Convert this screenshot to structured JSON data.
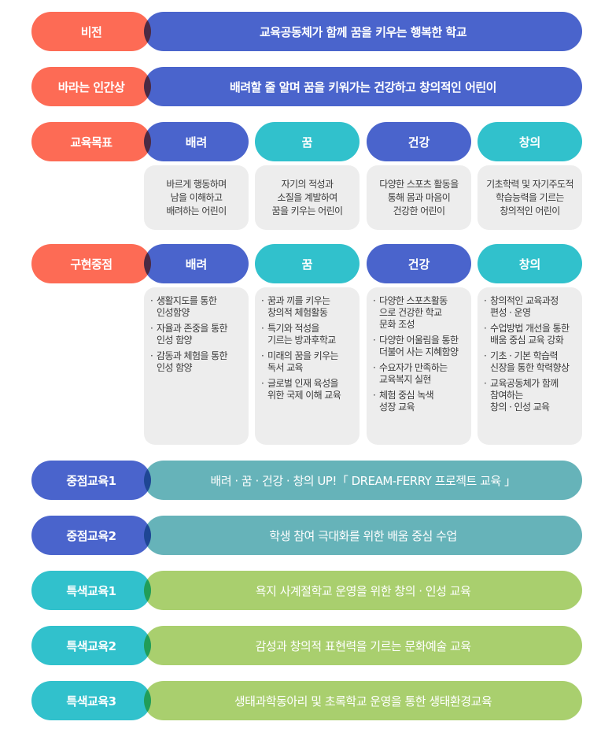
{
  "colors": {
    "orange": "#fd6b55",
    "blue": "#4a64cc",
    "teal": "#31c1cc",
    "sea": "#66b3b9",
    "green": "#a9cf6e",
    "box_gray": "#ededed"
  },
  "vision": {
    "label": "비전",
    "text": "교육공동체가 함께 꿈을 키우는 행복한 학교"
  },
  "ideal_person": {
    "label": "바라는 인간상",
    "text": "배려할 줄 알며 꿈을 키워가는 건강하고 창의적인 어린이"
  },
  "goals": {
    "label": "교육목표",
    "columns": [
      {
        "title": "배려",
        "text": "바르게 행동하며\n남을 이해하고\n배려하는 어린이"
      },
      {
        "title": "꿈",
        "text": "자기의 적성과\n소질을 계발하여\n꿈을 키우는 어린이"
      },
      {
        "title": "건강",
        "text": "다양한 스포츠 활동을\n통해 몸과 마음이\n건강한 어린이"
      },
      {
        "title": "창의",
        "text": "기초학력 및 자기주도적\n학습능력을 기르는\n창의적인 어린이"
      }
    ]
  },
  "focus": {
    "label": "구현중점",
    "columns": [
      {
        "title": "배려",
        "items": [
          "생활지도를 통한\n인성함양",
          "자율과 존중을 통한\n인성 함양",
          "감동과 체험을 통한\n인성 함양"
        ]
      },
      {
        "title": "꿈",
        "items": [
          "꿈과 끼를 키우는\n창의적 체험활동",
          "특기와 적성을\n기르는 방과후학교",
          "미래의 꿈을 키우는\n독서 교육",
          "글로벌 인재 육성을\n위한 국제 이해 교육"
        ]
      },
      {
        "title": "건강",
        "items": [
          "다양한 스포츠활동\n으로 건강한 학교\n문화 조성",
          "다양한 어울림을 통한\n더불어 사는 지혜함양",
          "수요자가 만족하는\n교육복지 실현",
          "체험 중심 녹색\n성장 교육"
        ]
      },
      {
        "title": "창의",
        "items": [
          "창의적인 교육과정\n편성 · 운영",
          "수업방법 개선을 통한\n배움 중심 교육 강화",
          "기초 · 기본 학습력\n신장을 통한 학력향상",
          "교육공동체가 함께\n참여하는\n창의 · 인성 교육"
        ]
      }
    ]
  },
  "key_education": [
    {
      "label": "중점교육1",
      "text": "배려 · 꿈 · 건강 · 창의 UP!「 DREAM-FERRY 프로젝트 교육 」"
    },
    {
      "label": "중점교육2",
      "text": "학생 참여 극대화를 위한 배움 중심 수업"
    }
  ],
  "special_education": [
    {
      "label": "특색교육1",
      "text": "욕지 사계절학교 운영을 위한 창의 · 인성 교육"
    },
    {
      "label": "특색교육2",
      "text": "감성과 창의적 표현력을 기르는 문화예술 교육"
    },
    {
      "label": "특색교육3",
      "text": "생태과학동아리 및 초록학교 운영을 통한 생태환경교육"
    }
  ]
}
